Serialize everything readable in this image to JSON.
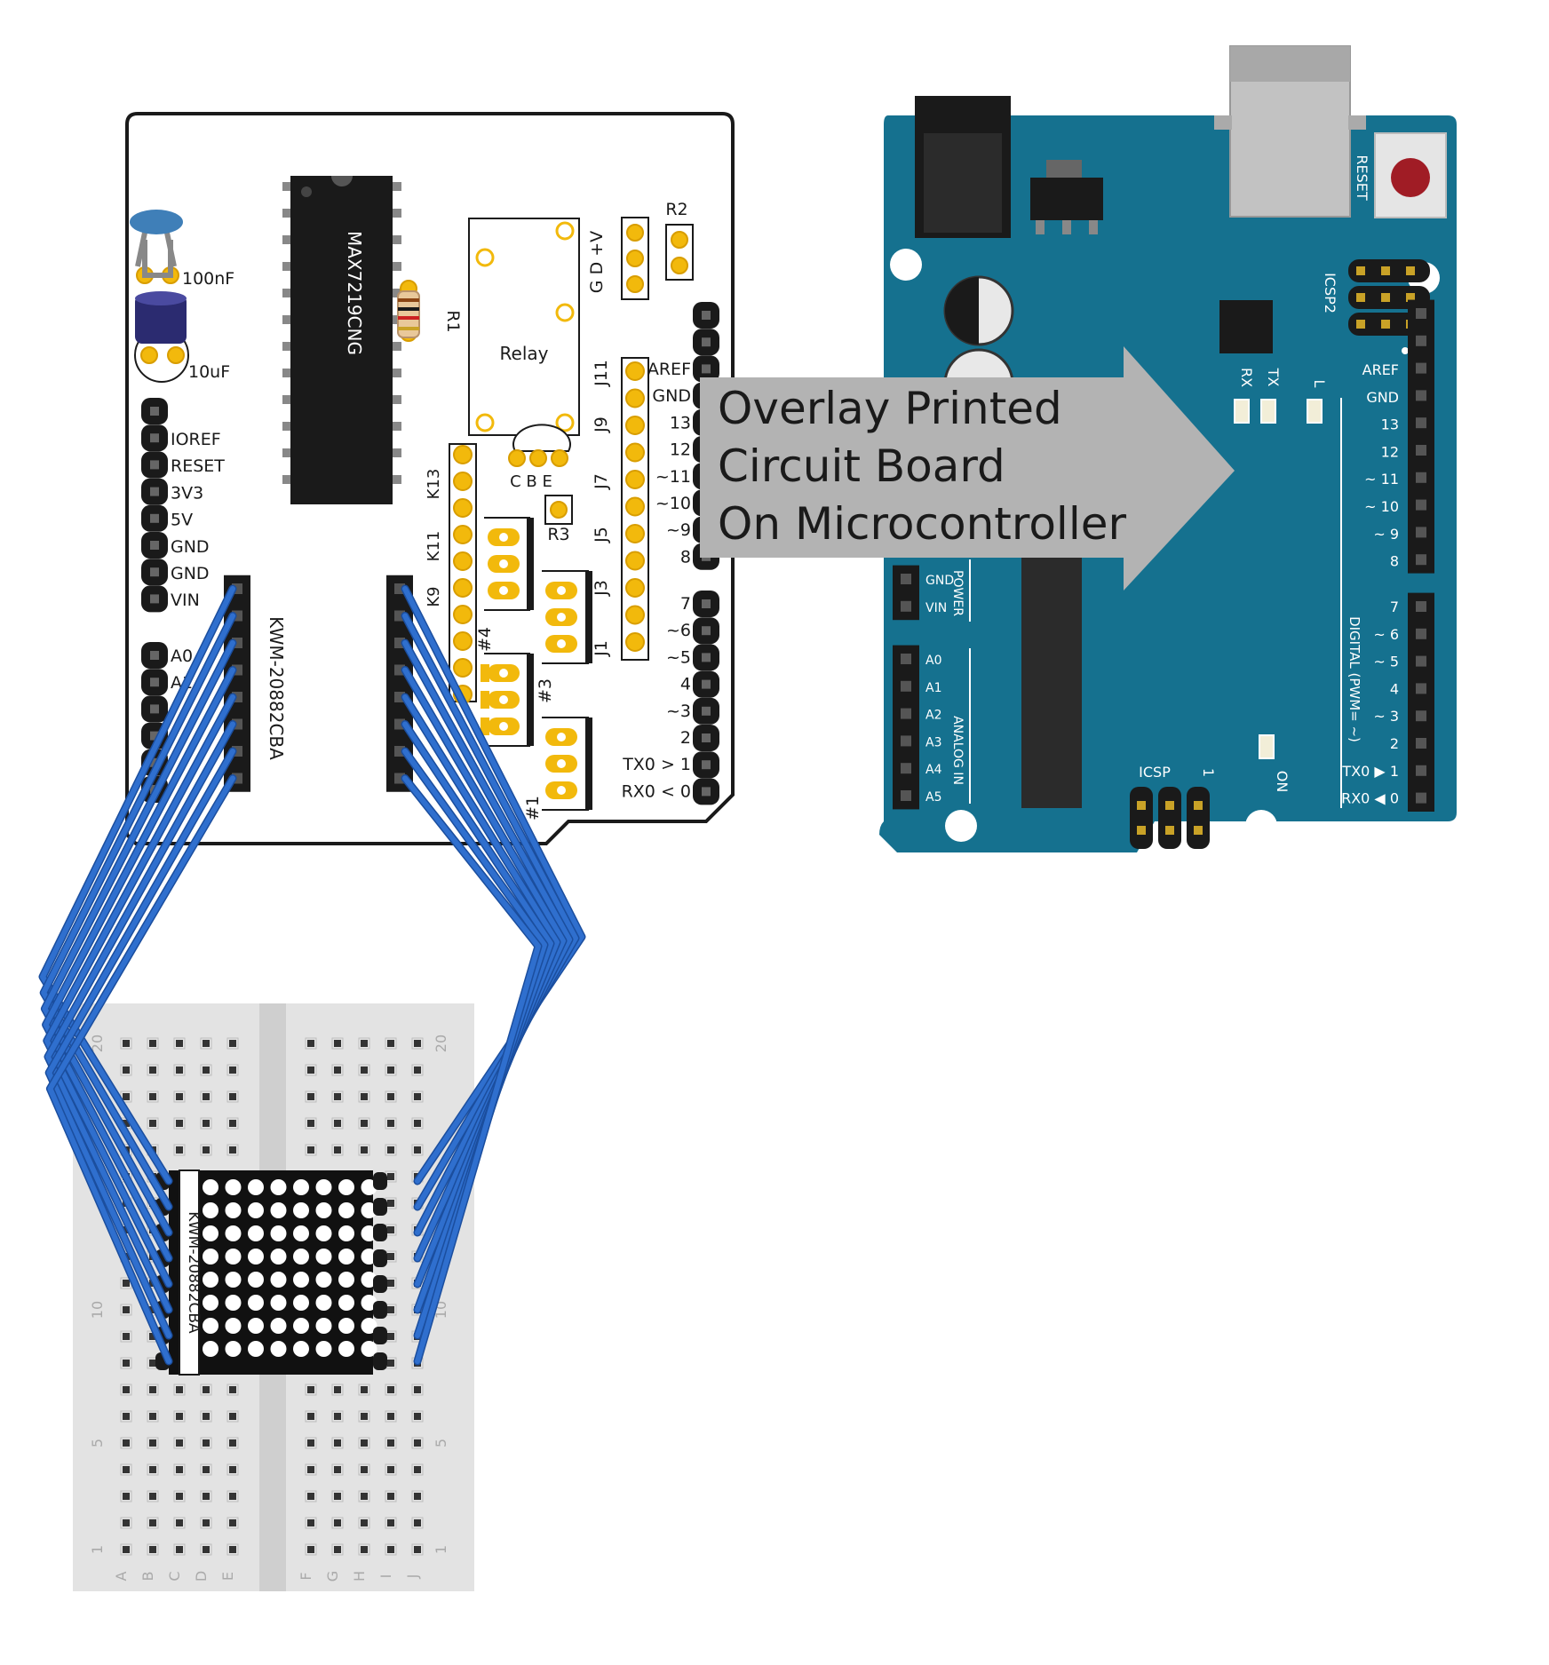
{
  "colors": {
    "arduino_blue": "#15718f",
    "pad_yellow": "#f2b90c",
    "wire_blue": "#2f6fce",
    "breadboard_gray": "#e3e3e3",
    "arrow_gray": "#b3b3b3"
  },
  "callout": {
    "lines": [
      "Overlay Printed",
      "Circuit Board",
      "On Microcontroller"
    ]
  },
  "shield": {
    "chip_label": "MAX7219CNG",
    "cap1_label": "100nF",
    "cap2_label": "10uF",
    "r1_label": "R1",
    "r2_label": "R2",
    "r3_label": "R3",
    "relay_label": "Relay",
    "transistor_label": "C B E",
    "gdv_label": "G D +V",
    "matrix_label": "KWM-20882CBA",
    "power_pins": [
      "IOREF",
      "RESET",
      "3V3",
      "5V",
      "GND",
      "GND",
      "VIN"
    ],
    "analog_pins": [
      "A0",
      "A1"
    ],
    "top_pins": [
      "AREF",
      "GND",
      "13",
      "12",
      "~11",
      "~10",
      "~9",
      "8"
    ],
    "bottom_pins": [
      "7",
      "~6",
      "~5",
      "4",
      "~3",
      "2",
      "TX0 > 1",
      "RX0 < 0"
    ],
    "j_labels": [
      "J11",
      "J9",
      "J7",
      "J5",
      "J3",
      "J1"
    ],
    "k_labels": [
      "K13",
      "K11",
      "K9"
    ],
    "hash_labels": [
      "#4",
      "#3",
      "#1"
    ]
  },
  "arduino": {
    "reset_label": "RESET",
    "icsp2_label": "ICSP2",
    "icsp_label": "ICSP",
    "icsp_pin1": "1",
    "rx_label": "RX",
    "tx_label": "TX",
    "l_label": "L",
    "on_label": "ON",
    "power_label": "POWER",
    "analog_in_label": "ANALOG IN",
    "digital_label": "DIGITAL (PWM= ~)",
    "left_power_pins": [
      "GND",
      "VIN"
    ],
    "analog_pins": [
      "A0",
      "A1",
      "A2",
      "A3",
      "A4",
      "A5"
    ],
    "top_pins": [
      "AREF",
      "GND",
      "13",
      "12",
      "~ 11",
      "~ 10",
      "~ 9",
      "8"
    ],
    "bottom_pins": [
      "7",
      "~ 6",
      "~ 5",
      "4",
      "~ 3",
      "2",
      "TX0 ▶ 1",
      "RX0 ◀ 0"
    ]
  },
  "breadboard": {
    "row_labels": [
      "20",
      "10",
      "5",
      "1"
    ],
    "col_labels_left": [
      "A",
      "B",
      "C",
      "D",
      "E"
    ],
    "col_labels_right": [
      "F",
      "G",
      "H",
      "I",
      "J"
    ],
    "matrix_label": "KWM-20882CBA"
  }
}
